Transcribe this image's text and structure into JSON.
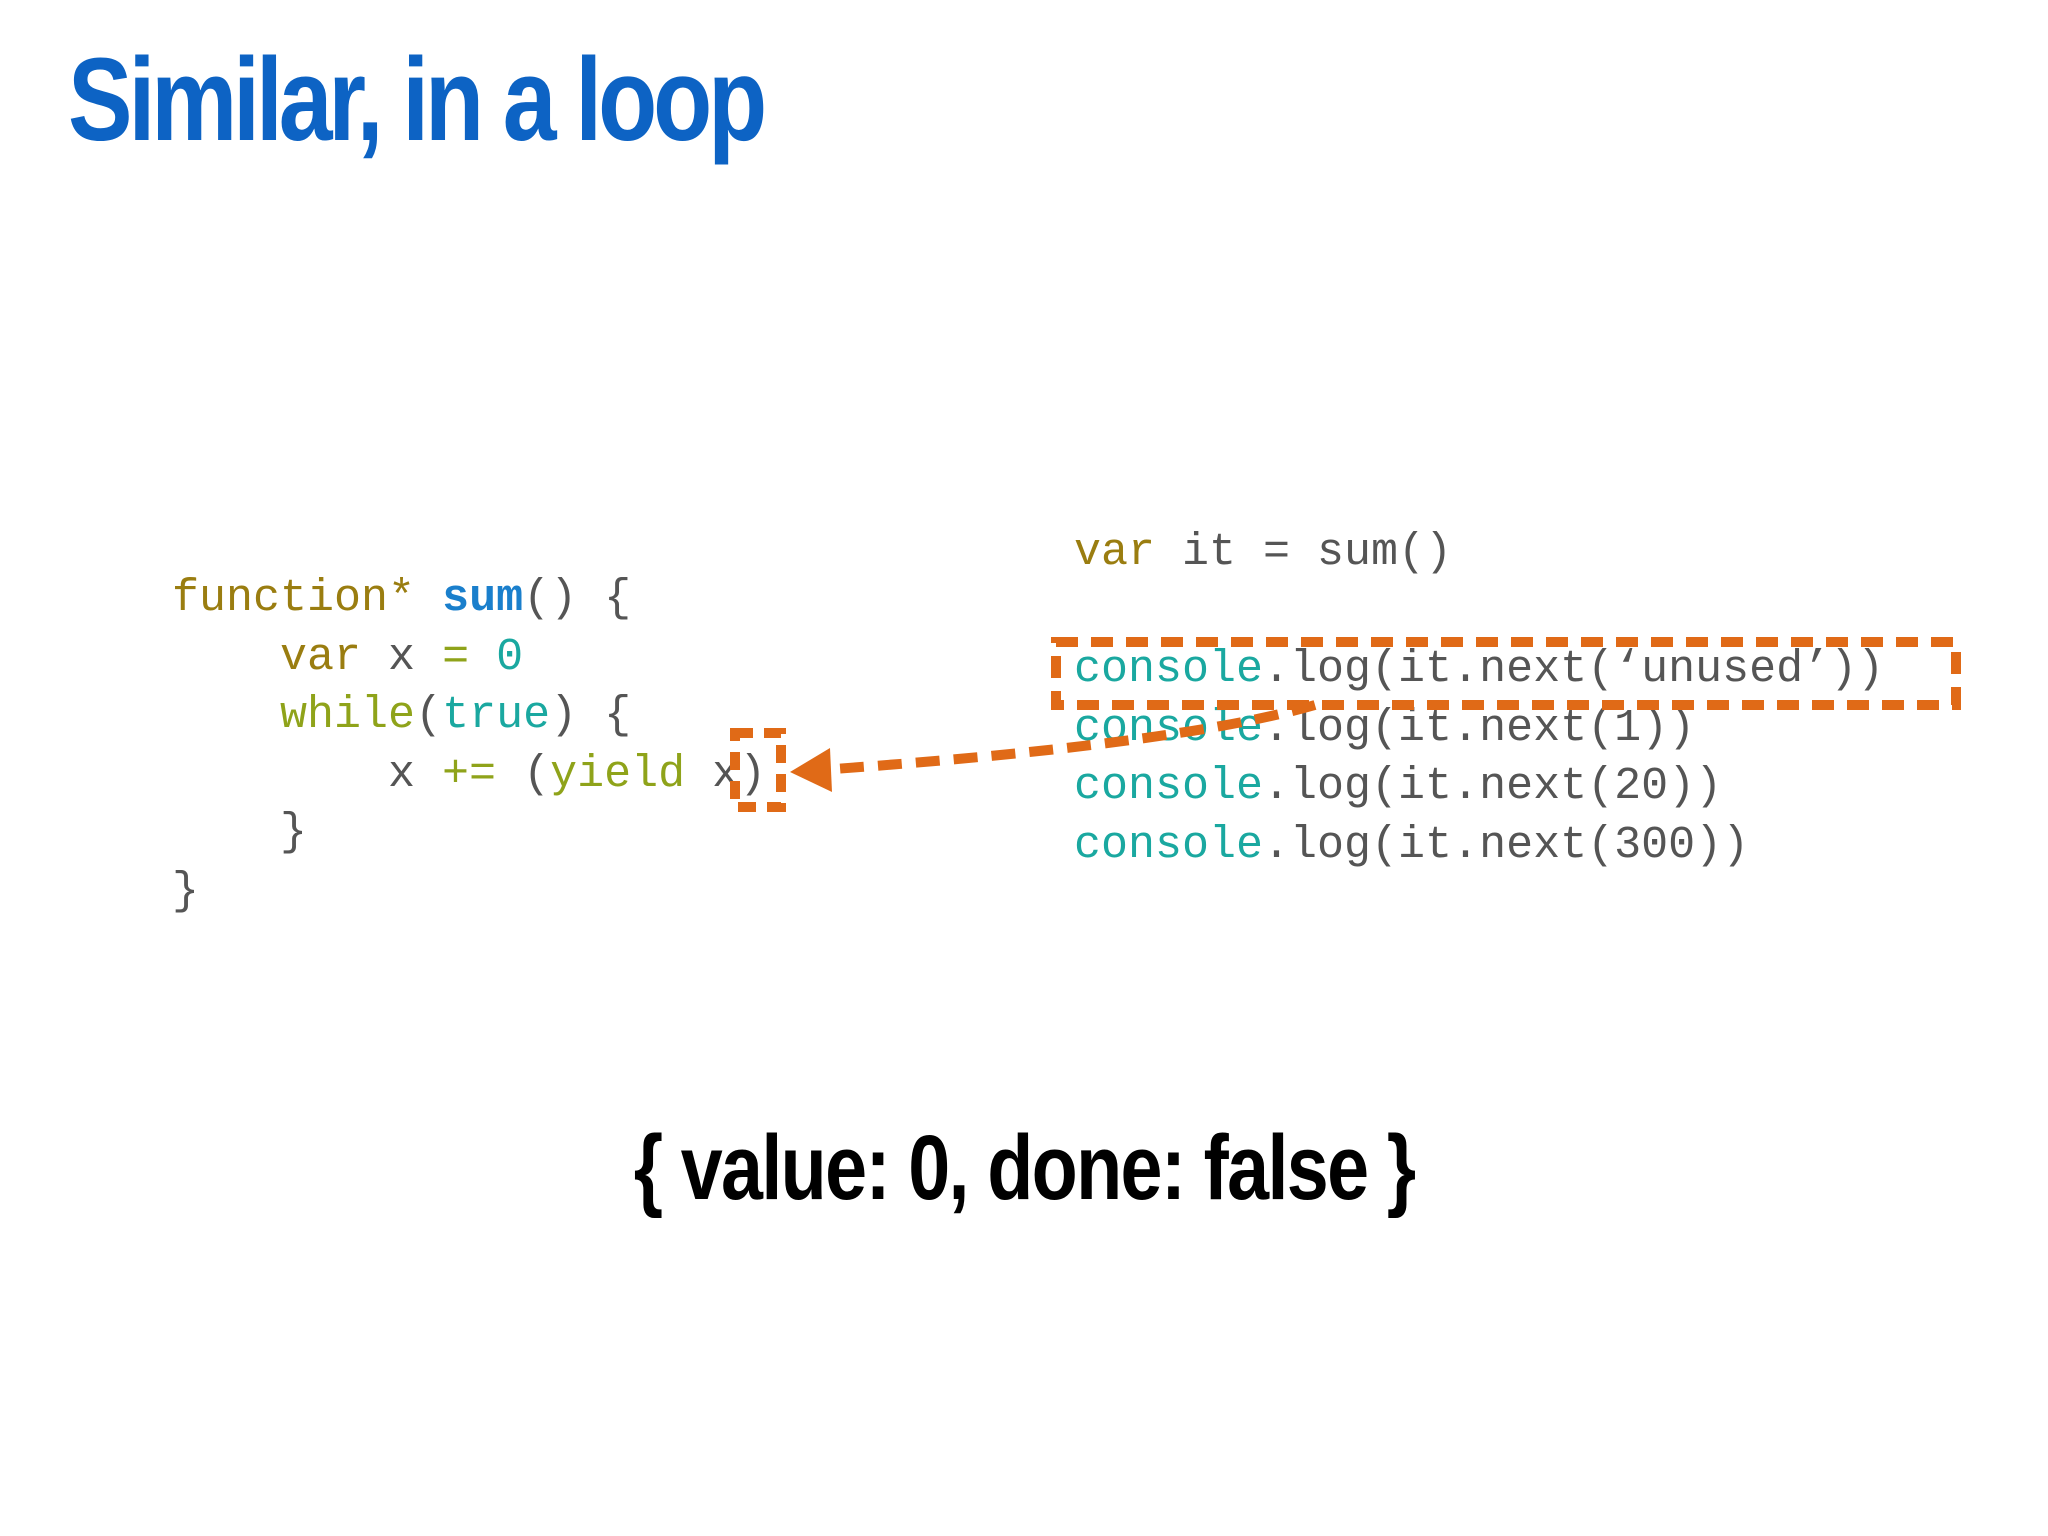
{
  "slide": {
    "title": "Similar, in a loop",
    "title_color": "#0d63c4"
  },
  "colors": {
    "keyword": "#9a7d10",
    "function_name": "#1a7fcc",
    "literal": "#1aa8a0",
    "yield_kw": "#8fa31a",
    "plain": "#555555",
    "annotation": "#e06a17"
  },
  "generator_code": {
    "lines": [
      [
        {
          "text": "function*",
          "style": "keyword"
        },
        {
          "text": " ",
          "style": "plain"
        },
        {
          "text": "sum",
          "style": "function_name"
        },
        {
          "text": "() {",
          "style": "plain"
        }
      ],
      [
        {
          "text": "    ",
          "style": "plain"
        },
        {
          "text": "var",
          "style": "keyword"
        },
        {
          "text": " x ",
          "style": "plain"
        },
        {
          "text": "=",
          "style": "yield_kw"
        },
        {
          "text": " ",
          "style": "plain"
        },
        {
          "text": "0",
          "style": "literal"
        }
      ],
      [
        {
          "text": "    ",
          "style": "plain"
        },
        {
          "text": "while",
          "style": "yield_kw"
        },
        {
          "text": "(",
          "style": "plain"
        },
        {
          "text": "true",
          "style": "literal"
        },
        {
          "text": ") {",
          "style": "plain"
        }
      ],
      [
        {
          "text": "        x ",
          "style": "plain"
        },
        {
          "text": "+=",
          "style": "yield_kw"
        },
        {
          "text": " (",
          "style": "plain"
        },
        {
          "text": "yield",
          "style": "yield_kw"
        },
        {
          "text": " x)",
          "style": "plain"
        }
      ],
      [
        {
          "text": "    }",
          "style": "plain"
        }
      ],
      [
        {
          "text": "}",
          "style": "plain"
        }
      ]
    ]
  },
  "caller_code": {
    "lines": [
      [
        {
          "text": "var",
          "style": "keyword"
        },
        {
          "text": " it = sum()",
          "style": "plain"
        }
      ],
      [],
      [
        {
          "text": "console",
          "style": "literal"
        },
        {
          "text": ".log(it.next(‘unused’))",
          "style": "plain"
        }
      ],
      [
        {
          "text": "console",
          "style": "literal"
        },
        {
          "text": ".log(it.next(1))",
          "style": "plain"
        }
      ],
      [
        {
          "text": "console",
          "style": "literal"
        },
        {
          "text": ".log(it.next(20))",
          "style": "plain"
        }
      ],
      [
        {
          "text": "console",
          "style": "literal"
        },
        {
          "text": ".log(it.next(300))",
          "style": "plain"
        }
      ]
    ]
  },
  "result": {
    "text": "{ value: 0, done: false }"
  }
}
